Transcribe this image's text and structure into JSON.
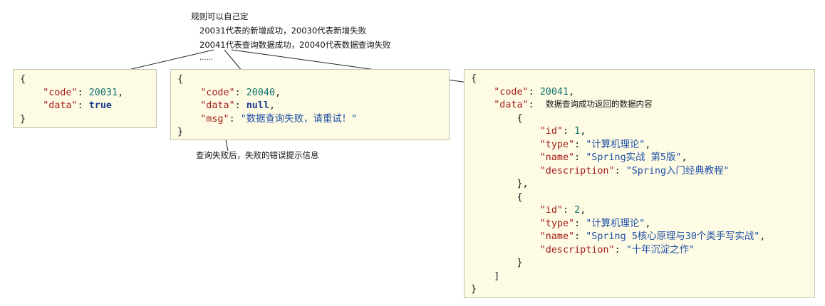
{
  "notes": {
    "rules_title": "规则可以自己定",
    "rule_1": "20031代表的新增成功，20030代表新增失败",
    "rule_2": "20041代表查询数据成功，20040代表数据查询失败",
    "rule_more": "......",
    "msg_note": "查询失败后，失败的错误提示信息",
    "data_note": "数据查询成功返回的数据内容"
  },
  "box1": {
    "open": "{",
    "code_key": "\"code\"",
    "code_val": "20031",
    "data_key": "\"data\"",
    "data_val": "true",
    "close": "}"
  },
  "box2": {
    "open": "{",
    "code_key": "\"code\"",
    "code_val": "20040",
    "data_key": "\"data\"",
    "data_val": "null",
    "msg_key": "\"msg\"",
    "msg_val": "\"数据查询失败，请重试！\"",
    "close": "}"
  },
  "box3": {
    "open": "{",
    "code_key": "\"code\"",
    "code_val": "20041",
    "data_key": "\"data\"",
    "data_sep": ":",
    "array_open": "[",
    "books": [
      {
        "id_key": "\"id\"",
        "id_val": "1",
        "type_key": "\"type\"",
        "type_val": "\"计算机理论\"",
        "name_key": "\"name\"",
        "name_val": "\"Spring实战 第5版\"",
        "desc_key": "\"description\"",
        "desc_val": "\"Spring入门经典教程\""
      },
      {
        "id_key": "\"id\"",
        "id_val": "2",
        "type_key": "\"type\"",
        "type_val": "\"计算机理论\"",
        "name_key": "\"name\"",
        "name_val": "\"Spring 5核心原理与30个类手写实战\"",
        "desc_key": "\"description\"",
        "desc_val": "\"十年沉淀之作\""
      }
    ],
    "array_close": "]",
    "close": "}"
  }
}
